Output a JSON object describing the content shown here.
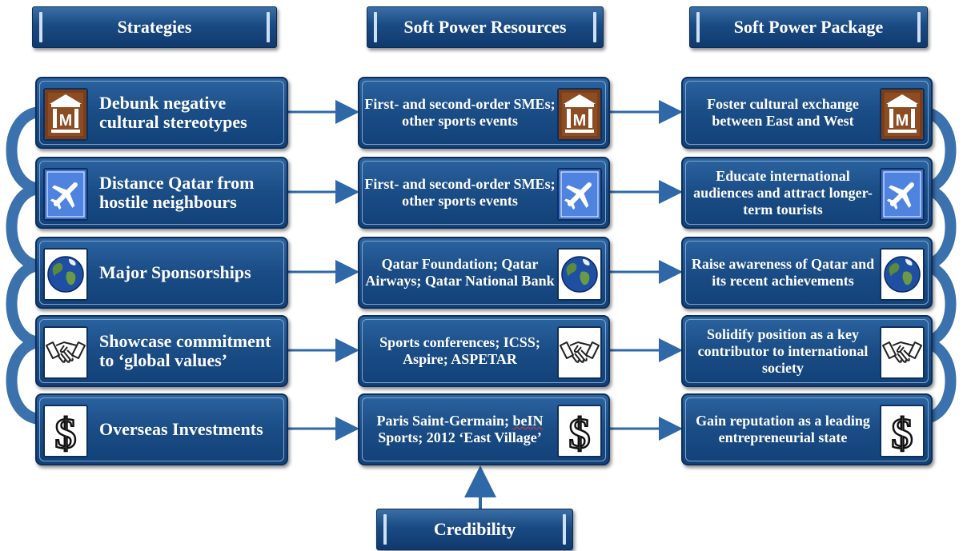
{
  "headers": {
    "strategies": "Strategies",
    "resources": "Soft Power Resources",
    "package": "Soft Power Package",
    "credibility": "Credibility"
  },
  "rows": [
    {
      "icon": "museum-icon",
      "strategy": "Debunk negative cultural stereotypes",
      "resource": "First- and second-order SMEs; other sports events",
      "package": "Foster cultural exchange between East and West"
    },
    {
      "icon": "airplane-icon",
      "strategy": "Distance Qatar from hostile neighbours",
      "resource": "First- and second-order SMEs; other sports events",
      "package": "Educate international audiences and attract longer-term tourists"
    },
    {
      "icon": "globe-icon",
      "strategy": "Major Sponsorships",
      "resource": "Qatar Foundation; Qatar Airways; Qatar National Bank",
      "package": "Raise awareness of Qatar and its recent achievements"
    },
    {
      "icon": "handshake-icon",
      "strategy": "Showcase commitment to ‘global values’",
      "resource": "Sports conferences; ICSS; Aspire; ASPETAR",
      "package": "Solidify position as a key contributor to international society"
    },
    {
      "icon": "dollar-icon",
      "strategy": "Overseas Investments",
      "resource_a": "Paris Saint-Germain; ",
      "resource_b": "beIN",
      "resource_c": " Sports; 2012 ‘East Village’",
      "package": "Gain reputation as a leading entrepreneurial state"
    }
  ],
  "colors": {
    "box_blue": "#1a4c85",
    "connector_blue": "#2f68a6",
    "text": "#ffffff"
  }
}
